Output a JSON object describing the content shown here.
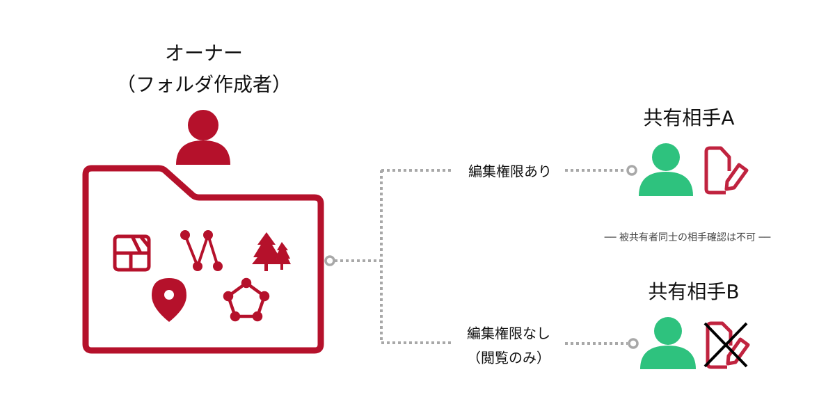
{
  "owner": {
    "title": "オーナー",
    "subtitle": "（フォルダ作成者）"
  },
  "recipient_a": {
    "title": "共有相手A",
    "permission": "編集権限あり"
  },
  "recipient_b": {
    "title": "共有相手B",
    "permission": "編集権限なし",
    "permission_note": "（閲覧のみ）"
  },
  "note": "── 被共有者同士の相手確認は不可 ──",
  "colors": {
    "owner": "#b5112b",
    "recipient": "#2ec27e",
    "edit_icon": "#c0233f",
    "connector": "#a8a8a8"
  },
  "icons": [
    "person-icon",
    "folder-icon",
    "map-grid-icon",
    "line-graph-icon",
    "trees-icon",
    "location-pin-icon",
    "polygon-icon",
    "edit-document-icon",
    "edit-document-disabled-icon"
  ]
}
